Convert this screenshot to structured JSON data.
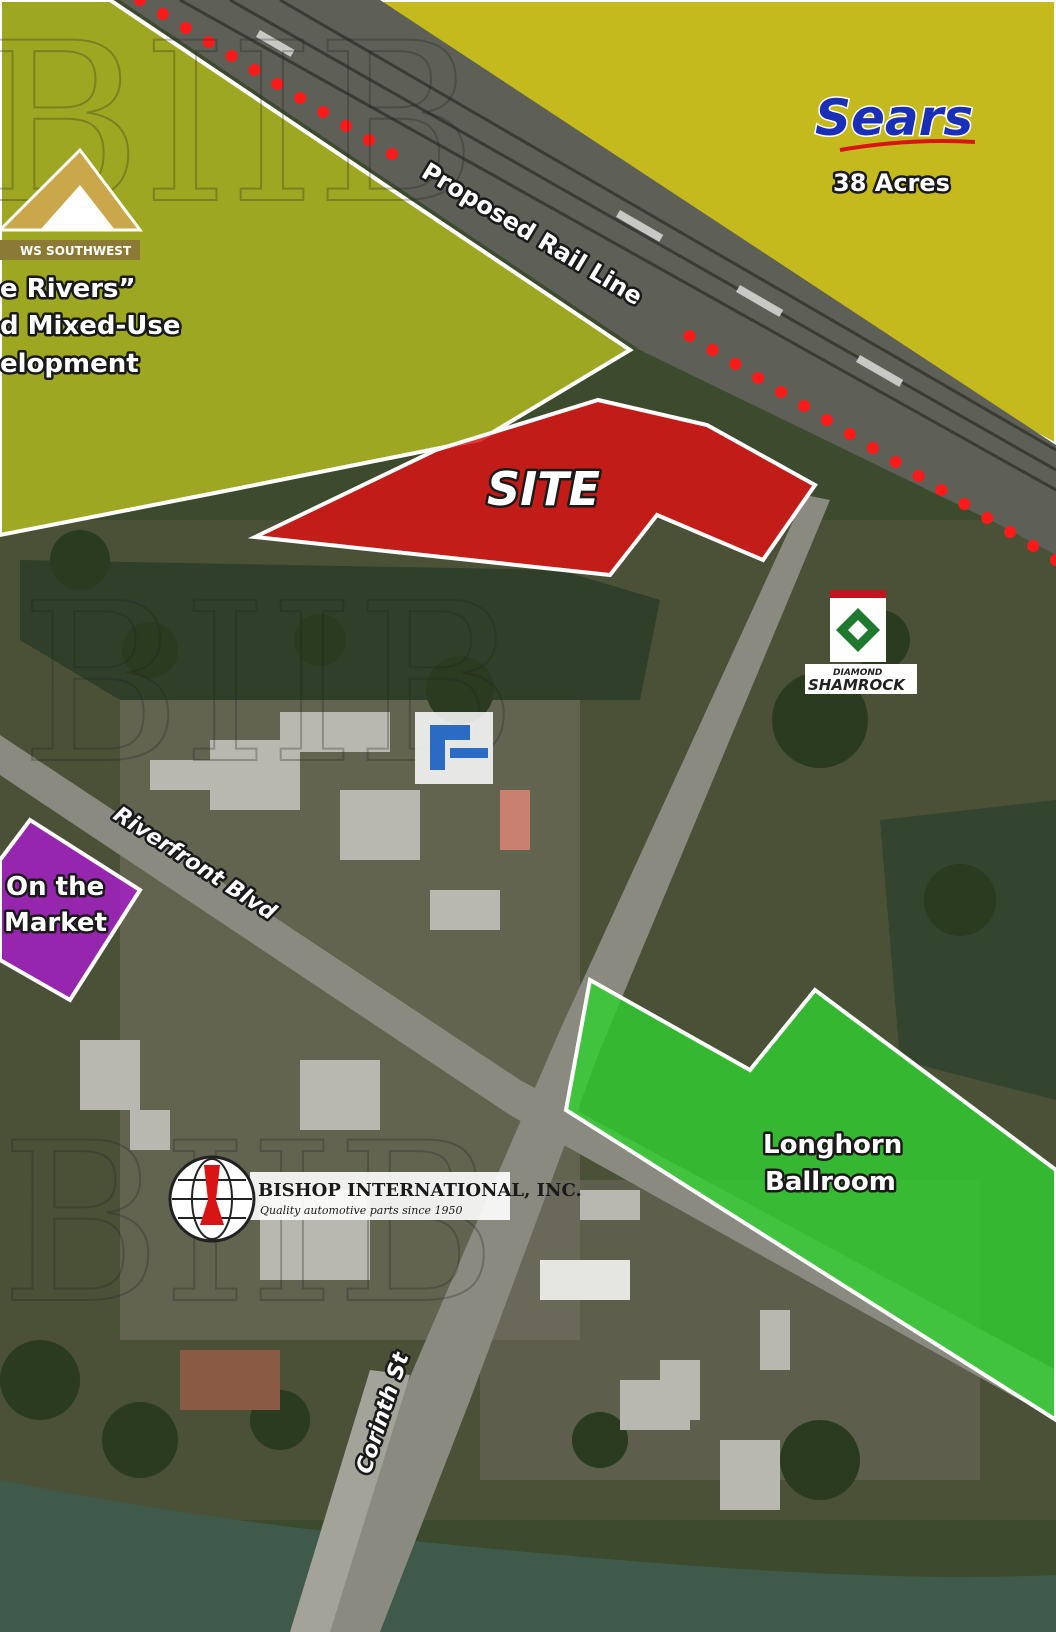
{
  "colors": {
    "aerial_base": "#3c4a2e",
    "river": "#3f5a4a",
    "road": "#8a8a80",
    "rail_corridor": "#5e5f57",
    "rail_dots": "#ff1a1a",
    "site": "#d81414",
    "sears_area": "#e3d31a",
    "riverwalk_area": "#b8c21d",
    "market_area": "#a51fc4",
    "ballroom_area": "#2fd12f"
  },
  "labels": {
    "site": "SITE",
    "proposed_rail": "Proposed Rail Line",
    "sears_logo": "Sears",
    "sears_acres": "38 Acres",
    "mixed_use_line1": "e Rivers”",
    "mixed_use_line2": "d Mixed-Use",
    "mixed_use_line3": "elopment",
    "developer_logo_text": "WS SOUTHWEST",
    "diamond_shamrock_line1": "DIAMOND",
    "diamond_shamrock_line2": "SHAMROCK",
    "riverfront_blvd": "Riverfront Blvd",
    "on_market_line1": "On the",
    "on_market_line2": "Market",
    "longhorn_line1": "Longhorn",
    "longhorn_line2": "Ballroom",
    "bishop_name": "BISHOP INTERNATIONAL, INC.",
    "bishop_tagline": "Quality automotive parts since 1950",
    "corinth_st": "Corinth St"
  },
  "icons": {
    "watermark": "watermark-logo",
    "developer_logo": "developer-logo-icon",
    "diamond_shamrock": "diamond-shamrock-logo-icon",
    "business_logo": "business-logo-icon",
    "bishop_globe": "globe-logo-icon"
  }
}
